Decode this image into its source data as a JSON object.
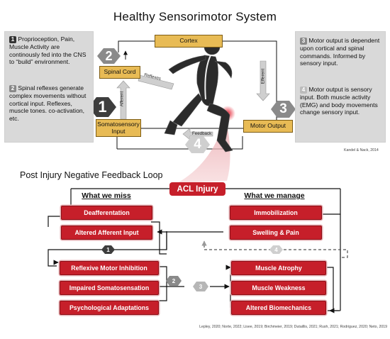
{
  "top": {
    "title": "Healthy Sensorimotor System",
    "left_box": {
      "p1_num": "1",
      "p1_text": "Proprioception, Pain, Muscle Activity are continously fed into the CNS to “build” environment.",
      "p2_num": "2",
      "p2_text": "Spinal reflexes generate complex movements without cortical input. Reflexes, muscle tones. co-activation, etc."
    },
    "right_box": {
      "p3_num": "3",
      "p3_text": "Motor output is dependent upon cortical and spinal commands. Informed by sensory input.",
      "p4_num": "4",
      "p4_text": "Motor output is sensory input. Both muscle activity (EMG) and body movements change sensory input."
    },
    "nodes": {
      "cortex": "Cortex",
      "spinal_cord": "Spinal Cord",
      "somatosensory": "Somatosensory Input",
      "motor_output": "Motor Output"
    },
    "arrow_labels": {
      "reflexes": "Reflexes",
      "afferent": "Afferent",
      "efferent": "Efferent",
      "feedback": "Feedback"
    },
    "hexes": [
      "2",
      "1",
      "3",
      "4"
    ],
    "citation": "Kandel & Nack, 2014"
  },
  "bottom": {
    "title": "Post Injury Negative Feedback Loop",
    "acl": "ACL Injury",
    "miss_header": "What we miss",
    "manage_header": "What we manage",
    "miss_top": [
      "Deafferentation",
      "Altered Afferent Input"
    ],
    "manage_top": [
      "Immobilization",
      "Swelling & Pain"
    ],
    "miss_bottom": [
      "Reflexive Motor Inhibition",
      "Impaired Somatosensation",
      "Psychological Adaptations"
    ],
    "manage_bottom": [
      "Muscle Atrophy",
      "Muscle Weakness",
      "Altered Biomechanics"
    ],
    "hexes": [
      "1",
      "2",
      "3",
      "4"
    ],
    "references": "Lepley, 2020; Norte, 2022; Lisee, 2019; Birchmeier, 2019; Dutaillis, 2021; Rush, 2021; Rodriguez, 2020; Neto, 2019"
  }
}
